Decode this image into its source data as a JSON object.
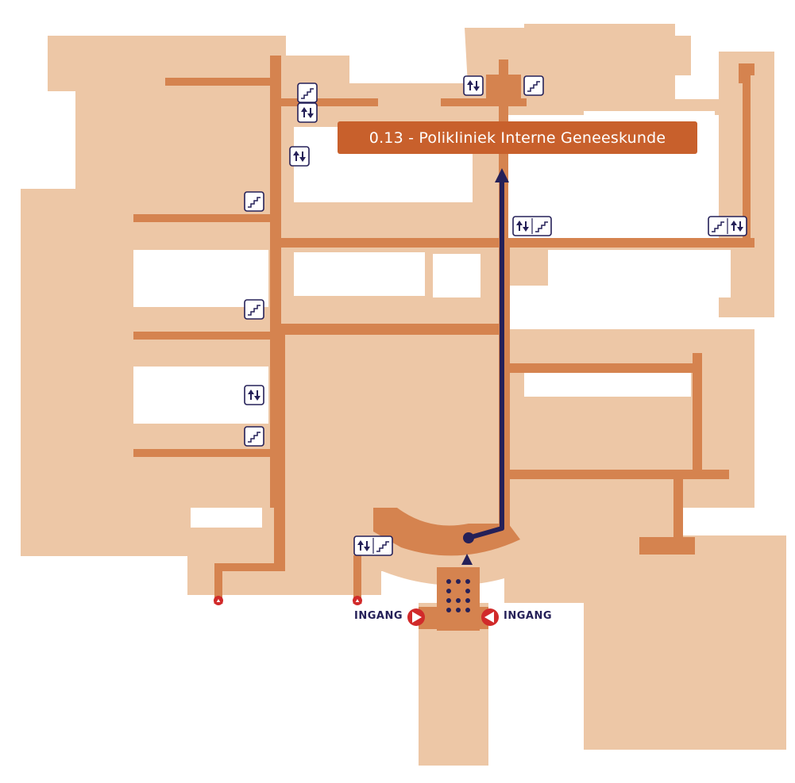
{
  "destination": {
    "label": "0.13 - Polikliniek Interne Geneeskunde"
  },
  "entrances": {
    "left_label": "INGANG",
    "right_label": "INGANG"
  },
  "icons": {
    "stairs": "stairs-icon",
    "elevator": "elevator-icon",
    "entrance": "entrance-arrow-icon",
    "exit": "emergency-exit-icon"
  },
  "colors": {
    "building": "#edc7a6",
    "corridor": "#d5834f",
    "route": "#252058",
    "label_bg": "#c8602c",
    "entrance": "#d12a2a"
  }
}
